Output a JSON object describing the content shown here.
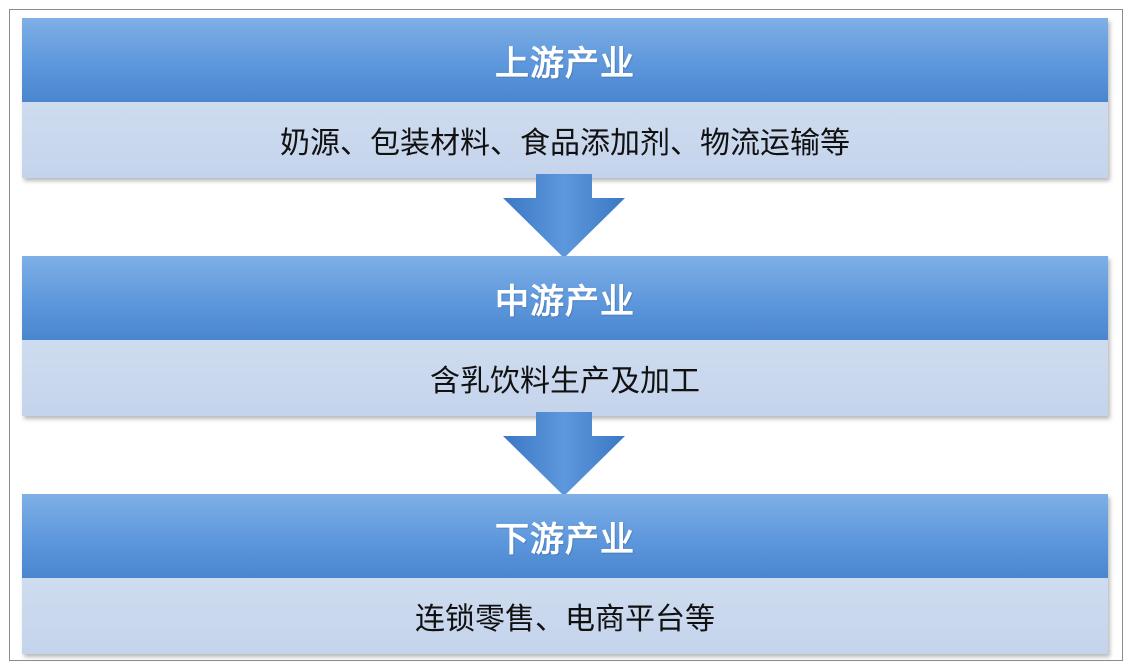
{
  "stages": [
    {
      "title": "上游产业",
      "detail": "奶源、包装材料、食品添加剂、物流运输等"
    },
    {
      "title": "中游产业",
      "detail": "含乳饮料生产及加工"
    },
    {
      "title": "下游产业",
      "detail": "连锁零售、电商平台等"
    }
  ],
  "colors": {
    "header_blue": "#5d97dc",
    "body_blue": "#c4d4ec",
    "arrow_blue": "#4a86cf"
  }
}
